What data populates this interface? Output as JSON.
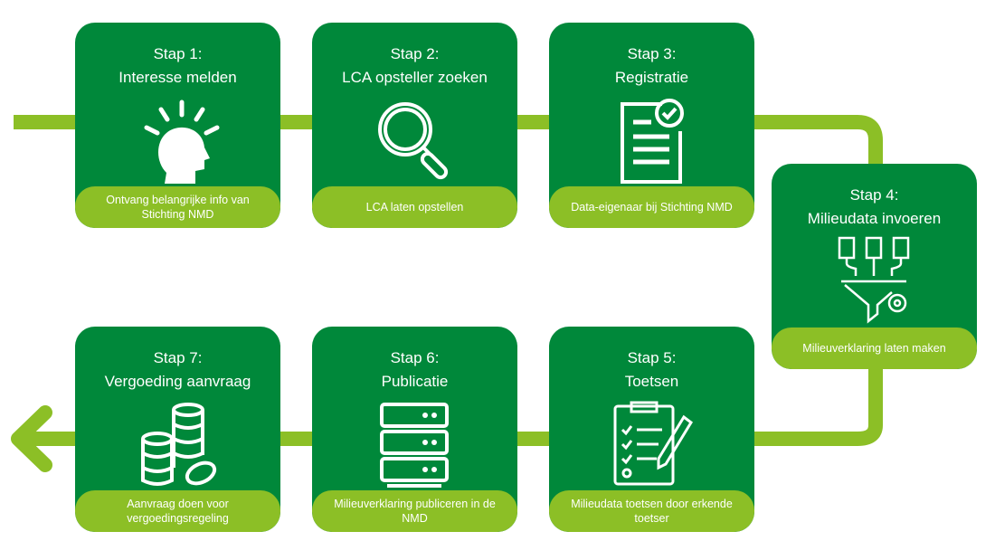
{
  "colors": {
    "dark_green": "#00883a",
    "light_green": "#8cbf26"
  },
  "steps": [
    {
      "step": "Stap 1:",
      "title": "Interesse melden",
      "desc": "Ontvang belangrijke info van Stichting NMD",
      "icon": "head-idea-icon"
    },
    {
      "step": "Stap 2:",
      "title": "LCA opsteller zoeken",
      "desc": "LCA laten opstellen",
      "icon": "magnifier-icon"
    },
    {
      "step": "Stap 3:",
      "title": "Registratie",
      "desc": "Data-eigenaar bij Stichting NMD",
      "icon": "document-check-icon"
    },
    {
      "step": "Stap 4:",
      "title": "Milieudata invoeren",
      "desc": "Milieuverklaring laten maken",
      "icon": "funnel-documents-icon"
    },
    {
      "step": "Stap 5:",
      "title": "Toetsen",
      "desc": "Milieudata toetsen door erkende toetser",
      "icon": "checklist-pen-icon"
    },
    {
      "step": "Stap 6:",
      "title": "Publicatie",
      "desc": "Milieuverklaring publiceren in de NMD",
      "icon": "server-icon"
    },
    {
      "step": "Stap 7:",
      "title": "Vergoeding aanvraag",
      "desc": "Aanvraag doen voor vergoedingsregeling",
      "icon": "coins-icon"
    }
  ]
}
